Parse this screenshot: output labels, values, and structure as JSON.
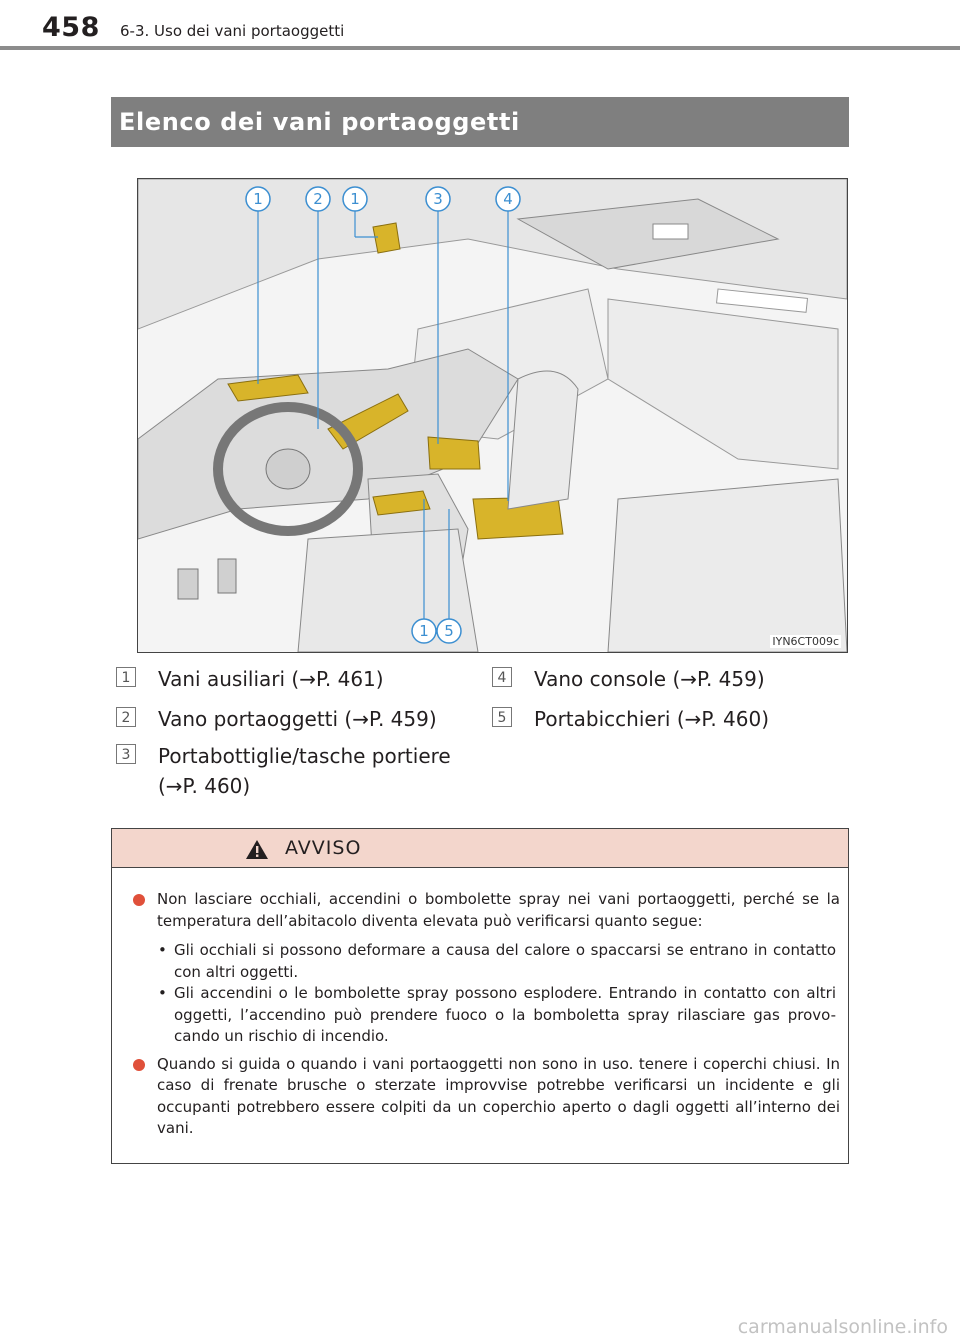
{
  "header": {
    "page_number": "458",
    "section": "6-3. Uso dei vani portaoggetti"
  },
  "title": "Elenco dei vani portaoggetti",
  "figure": {
    "code": "IYN6CT009c",
    "callouts_top": [
      "1",
      "2",
      "1",
      "3",
      "4"
    ],
    "callouts_bottom": [
      "1",
      "5"
    ]
  },
  "legend": [
    {
      "num": "1",
      "text": "Vani ausiliari (→P. 461)"
    },
    {
      "num": "2",
      "text": "Vano portaoggetti (→P. 459)"
    },
    {
      "num": "3",
      "text_line1": "Portabottiglie/tasche portiere",
      "text_line2": "(→P. 460)"
    },
    {
      "num": "4",
      "text": "Vano console (→P. 459)"
    },
    {
      "num": "5",
      "text": "Portabicchieri (→P. 460)"
    }
  ],
  "warning": {
    "title": "AVVISO",
    "items": [
      {
        "text": "Non lasciare occhiali, accendini o bombolette spray nei vani portaoggetti, perché se la temperatura dell’abitacolo diventa elevata può verificarsi quanto segue:",
        "subs": [
          "Gli occhiali si possono deformare a causa del calore o spaccarsi se entrano in contatto con altri oggetti.",
          "Gli accendini o le bombolette spray possono esplodere. Entrando in contatto con altri oggetti, l’accendino può prendere fuoco o la bomboletta spray rilasciare gas provo-cando un rischio di incendio."
        ]
      },
      {
        "text": "Quando si guida o quando i vani portaoggetti non sono in uso. tenere i coperchi chiusi. In caso di frenate brusche o sterzate improvvise potrebbe verificarsi un incidente e gli occupanti potrebbero essere colpiti da un coperchio aperto o dagli oggetti all’interno dei vani."
      }
    ]
  },
  "watermark": "carmanualsonline.info",
  "colors": {
    "highlight": "#d8b42a",
    "title_bar": "#7f7f7f",
    "warning_bg": "#f3d6cc",
    "bullet": "#e0503a",
    "callout_line": "#3c8fd1"
  }
}
